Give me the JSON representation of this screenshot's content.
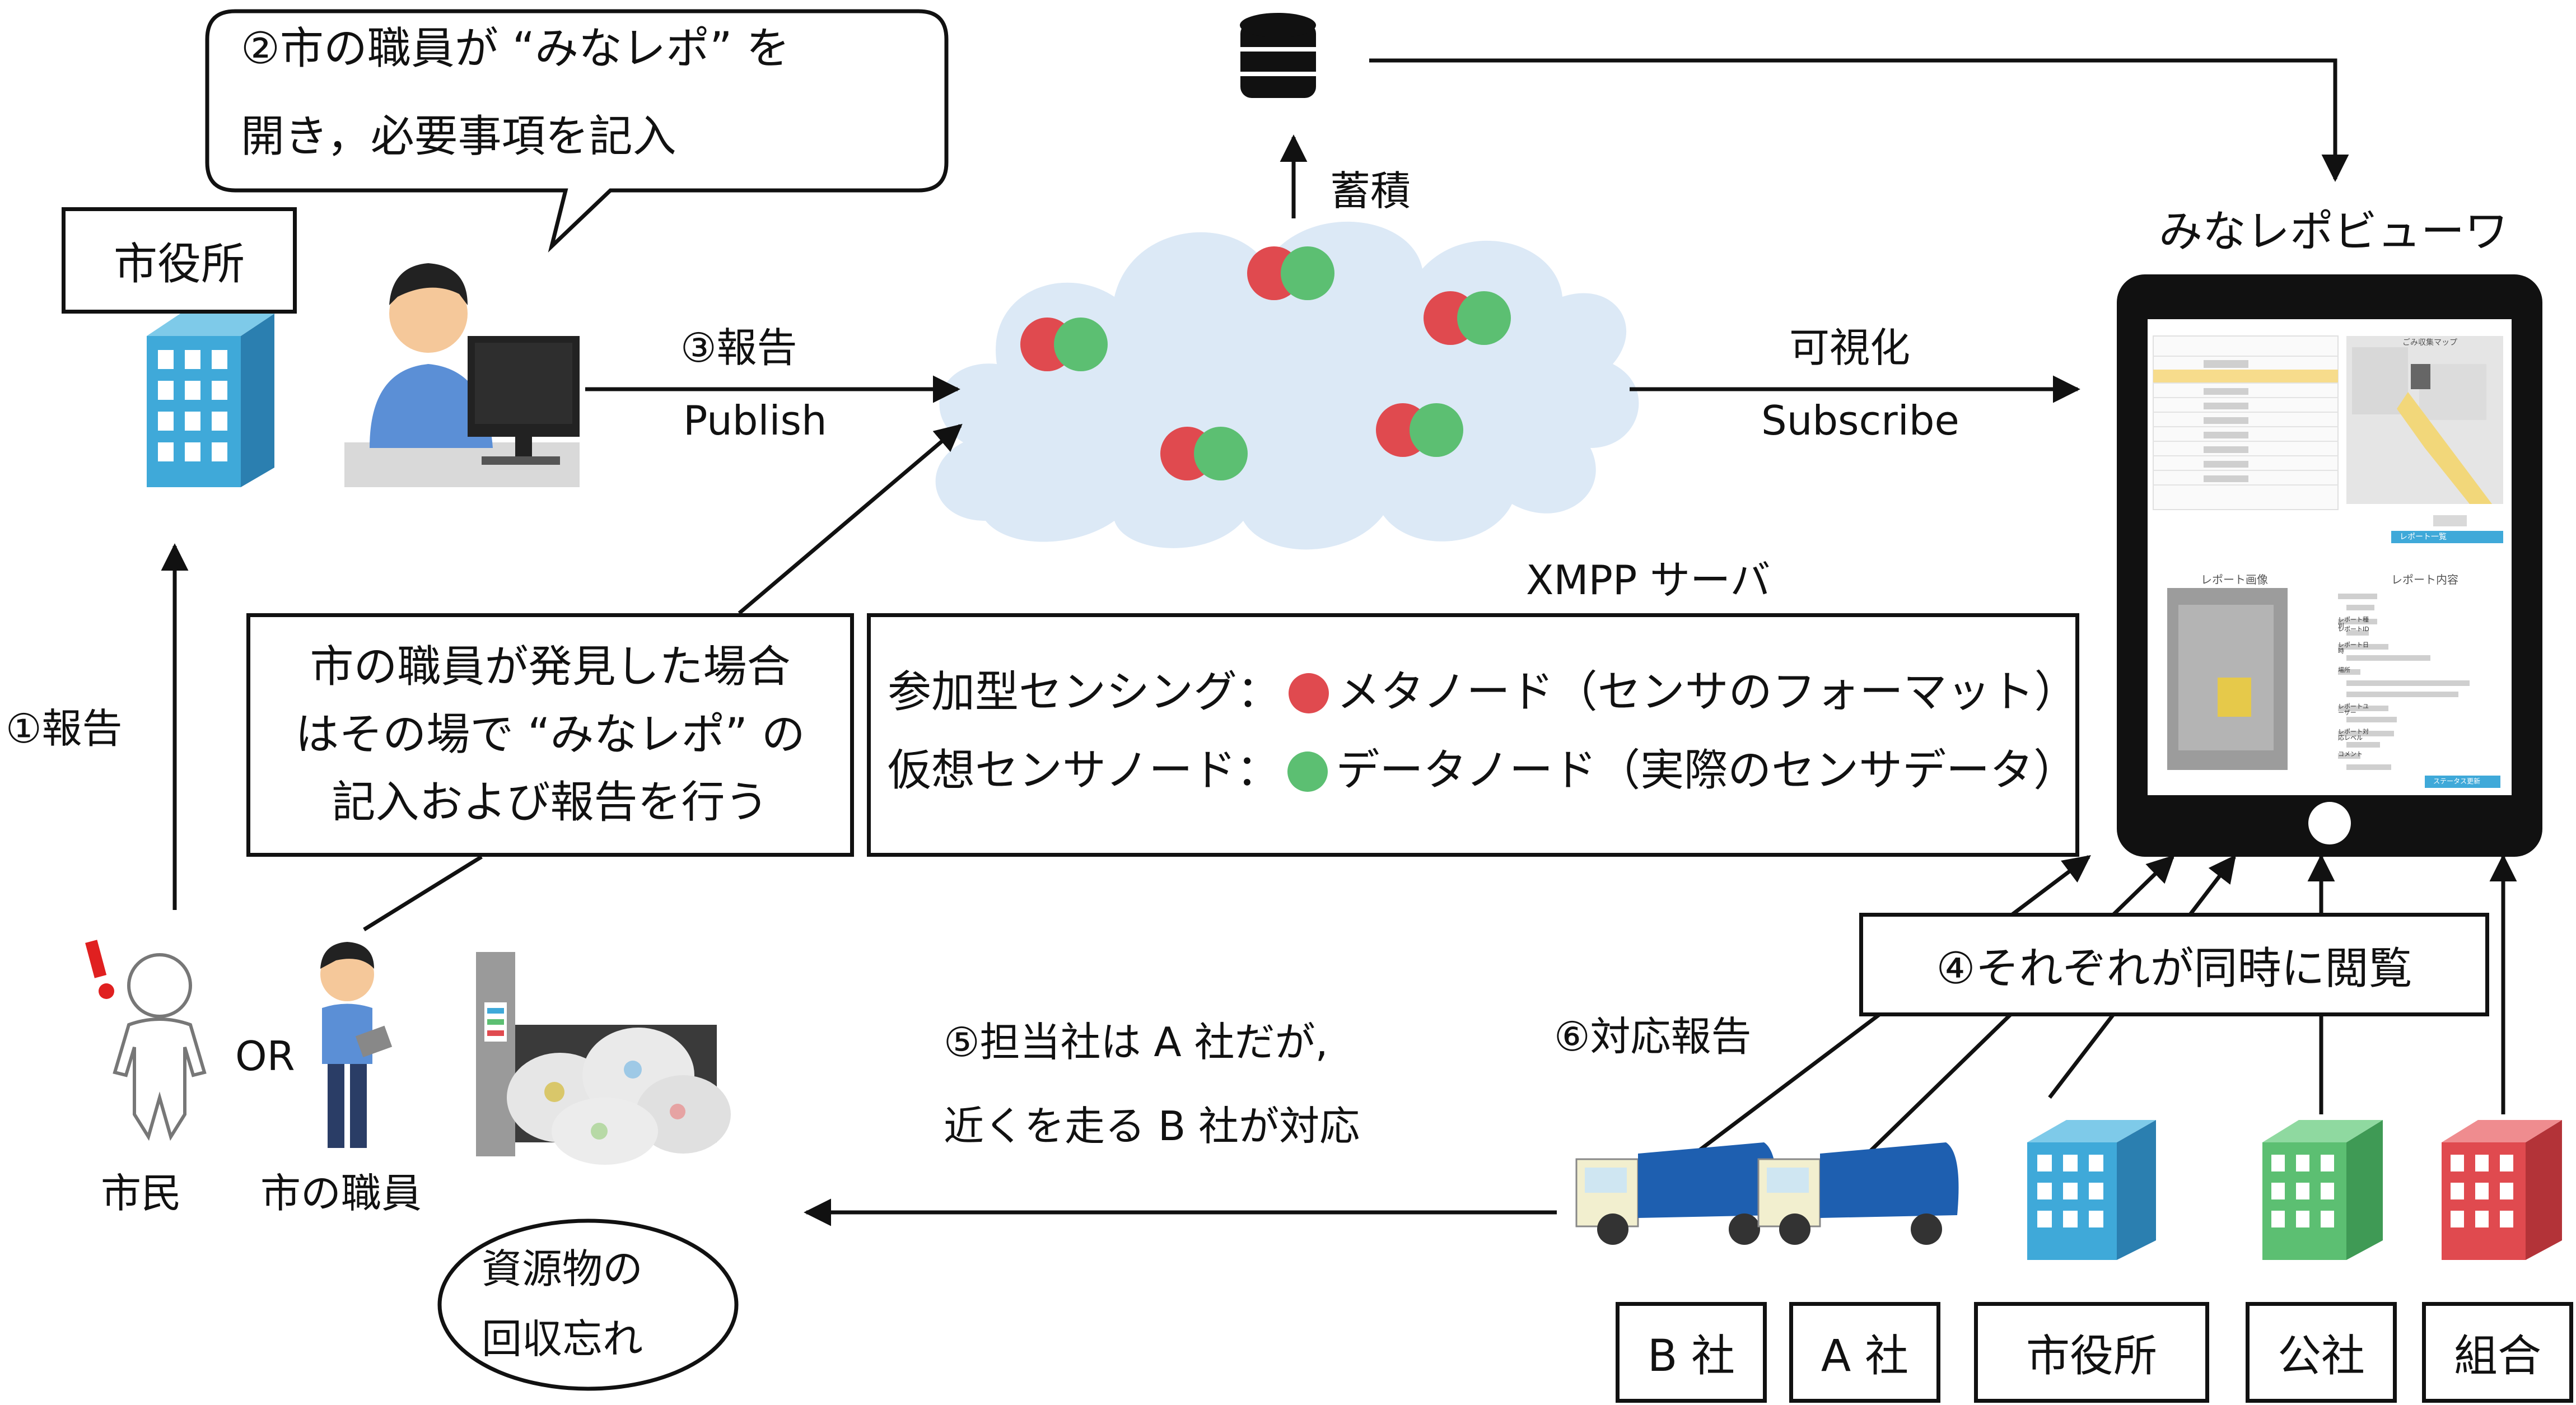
{
  "labels": {
    "shiyakusho_top": "市役所",
    "bubble_line1": "②市の職員が “みなレポ” を",
    "bubble_line2": "開き，必要事項を記入",
    "report3_ja": "③報告",
    "report3_en": "Publish",
    "chikuseki": "蓄積",
    "viewer_title": "みなレポビューワ",
    "kashika_ja": "可視化",
    "kashika_en": "Subscribe",
    "xmpp_server": "XMPP サーバ",
    "report1": "①報告",
    "or_label": "OR",
    "citizen": "市民",
    "city_staff": "市の職員",
    "staff_note_1": "市の職員が発見した場合",
    "staff_note_2": "はその場で “みなレポ” の",
    "staff_note_3": "記入および報告を行う",
    "legend_meta_prefix": "参加型センシング：",
    "legend_meta_text": "メタノード（センサのフォーマット）",
    "legend_data_prefix": "仮想センサノード：",
    "legend_data_text": "データノード（実際のセンサデータ）",
    "simultaneous": "④それぞれが同時に閲覧",
    "report6": "⑥対応報告",
    "note5_line1": "⑤担当社は A 社だが,",
    "note5_line2": "近くを走る B 社が対応",
    "forgotten_1": "資源物の",
    "forgotten_2": "回収忘れ"
  },
  "bottom_boxes": [
    "B 社",
    "A 社",
    "市役所",
    "公社",
    "組合"
  ],
  "tablet": {
    "map_title": "ごみ収集マップ",
    "list_button": "レポート一覧",
    "image_header": "レポート画像",
    "content_header": "レポート内容",
    "content_fields": [
      "レポートID",
      "レポート種別",
      "レポート日時",
      "場所",
      "レポートユーザー",
      "レポート対応レベル",
      "コメント"
    ],
    "action_button": "ステータス更新"
  },
  "colors": {
    "meta_node": "#e04a4f",
    "data_node": "#5cbf72",
    "cloud": "#dce9f6",
    "building_blue": "#3fa9d9",
    "building_green": "#5cbf72",
    "building_red": "#e04a4f",
    "truck_blue": "#1e5fb0"
  },
  "icons": [
    "database-icon",
    "office-building-icon",
    "staff-at-computer-icon",
    "citizen-icon",
    "staff-with-tablet-icon",
    "garbage-pile-icon",
    "garbage-truck-icon",
    "tablet-icon"
  ]
}
